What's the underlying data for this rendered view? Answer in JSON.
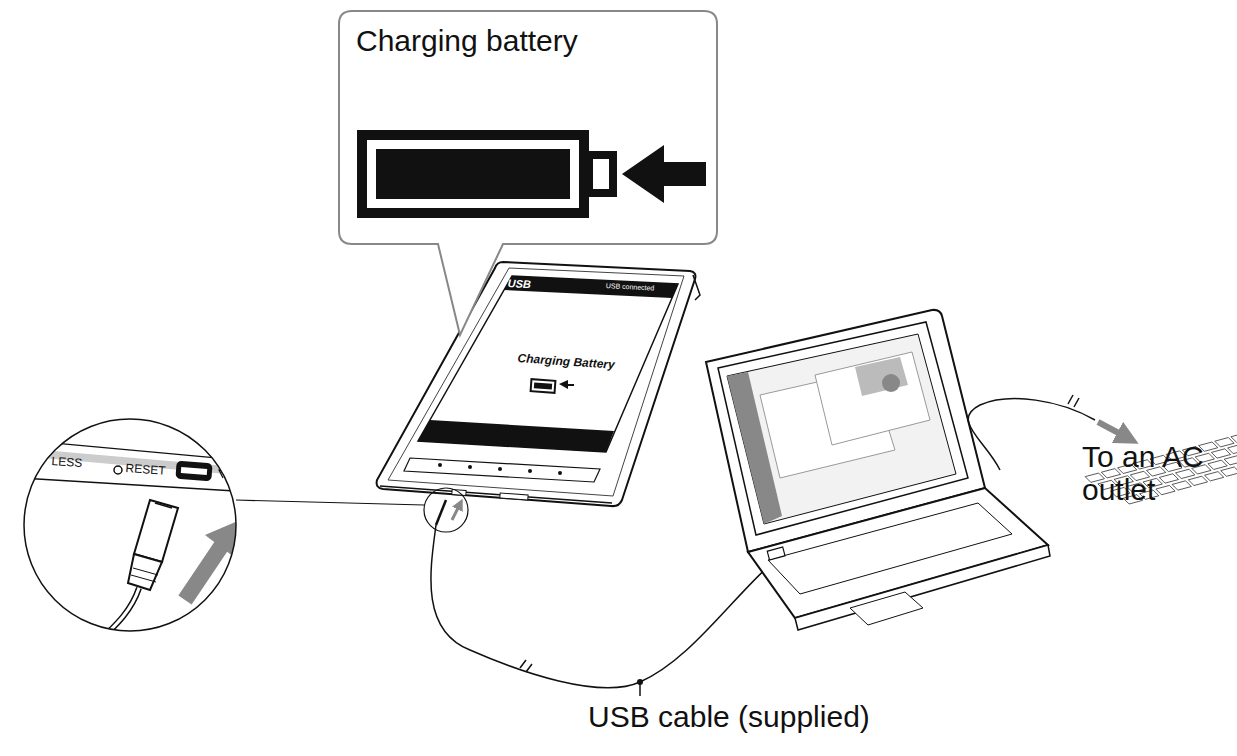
{
  "diagram": {
    "nodes": [
      {
        "text": [
          "Charging battery"
        ]
      }
    ],
    "labels": [
      "Charging Battery",
      "USB",
      "USB connected",
      "RESET",
      "LESS",
      "To an AC outlet",
      "USB cable (supplied)"
    ]
  }
}
